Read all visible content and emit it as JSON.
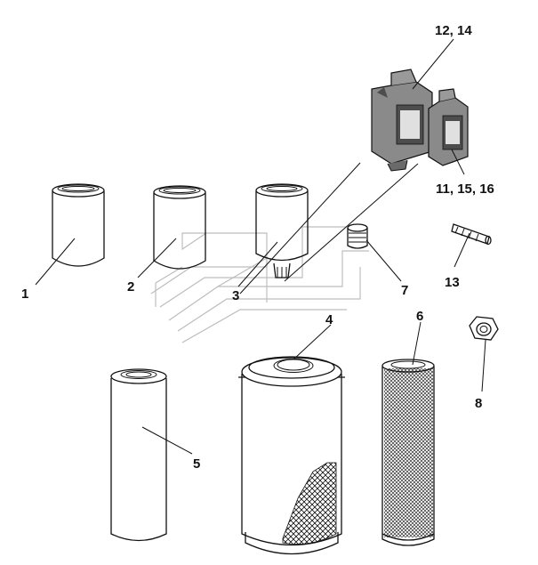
{
  "callouts": [
    {
      "id": "c1",
      "text": "1"
    },
    {
      "id": "c2",
      "text": "2"
    },
    {
      "id": "c3",
      "text": "3"
    },
    {
      "id": "c4",
      "text": "4"
    },
    {
      "id": "c5",
      "text": "5"
    },
    {
      "id": "c6",
      "text": "6"
    },
    {
      "id": "c7",
      "text": "7"
    },
    {
      "id": "c8",
      "text": "8"
    },
    {
      "id": "c11",
      "text": "11, 15, 16"
    },
    {
      "id": "c12",
      "text": "12, 14"
    },
    {
      "id": "c13",
      "text": "13"
    }
  ],
  "colors": {
    "ink": "#111111",
    "canister": "#8a8a8a",
    "canister_dark": "#4d4d4d",
    "watermark": "#bdbdbd"
  }
}
